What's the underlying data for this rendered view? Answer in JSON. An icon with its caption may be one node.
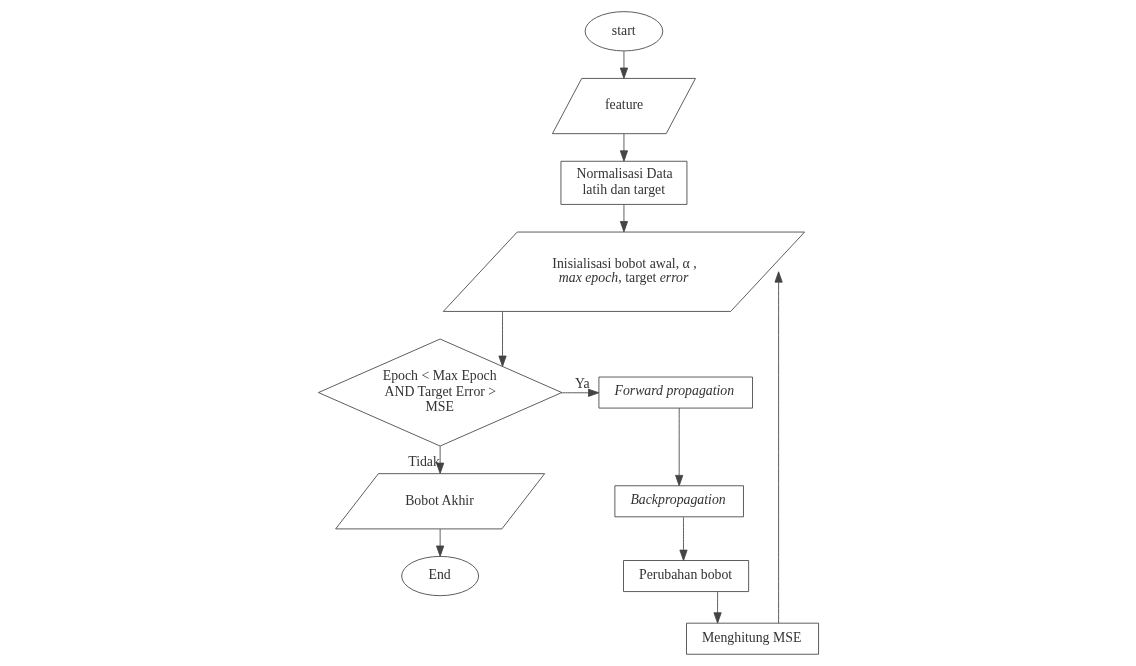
{
  "diagram": {
    "nodes": [
      {
        "text": [
          "start"
        ]
      },
      {
        "text": [
          "feature"
        ]
      },
      {
        "text": [
          "Normalisasi Data latih dan target"
        ]
      },
      {
        "text": [
          "Inisialisasi bobot awal, α , *max epoch,* target *error*"
        ]
      },
      {
        "text": [
          "Epoch < Max Epoch AND Target Error > MSE"
        ]
      },
      {
        "text": [
          "Forward propagation"
        ]
      },
      {
        "text": [
          "Backpropagation"
        ]
      },
      {
        "text": [
          "Perubahan bobot"
        ]
      },
      {
        "text": [
          "Menghitung MSE"
        ]
      },
      {
        "text": [
          "Bobot Akhir"
        ]
      },
      {
        "text": [
          "End"
        ]
      }
    ],
    "edges": [
      {
        "from": 0,
        "to": 1,
        "arrow": "to"
      },
      {
        "from": 1,
        "to": 2,
        "arrow": "to"
      },
      {
        "from": 2,
        "to": 3,
        "arrow": "to"
      },
      {
        "from": 3,
        "to": 4,
        "arrow": "to"
      },
      {
        "from": 4,
        "to": 5,
        "arrow": "to",
        "label": "Ya"
      },
      {
        "from": 5,
        "to": 6,
        "arrow": "to"
      },
      {
        "from": 6,
        "to": 7,
        "arrow": "to"
      },
      {
        "from": 7,
        "to": 8,
        "arrow": "to"
      },
      {
        "from": 8,
        "to": 3,
        "arrow": "to"
      },
      {
        "from": 4,
        "to": 9,
        "arrow": "to",
        "label": "Tidak"
      },
      {
        "from": 9,
        "to": 10,
        "arrow": "to"
      }
    ]
  }
}
